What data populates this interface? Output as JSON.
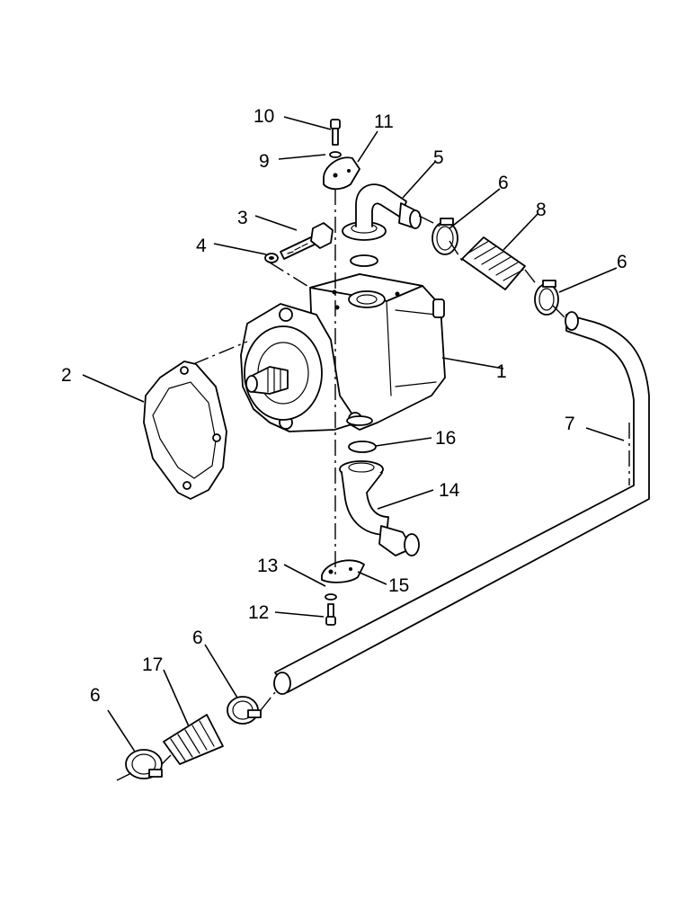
{
  "diagram": {
    "callouts": [
      {
        "id": "c10",
        "label": "10"
      },
      {
        "id": "c11",
        "label": "11"
      },
      {
        "id": "c9",
        "label": "9"
      },
      {
        "id": "c5",
        "label": "5"
      },
      {
        "id": "c6a",
        "label": "6"
      },
      {
        "id": "c8",
        "label": "8"
      },
      {
        "id": "c3",
        "label": "3"
      },
      {
        "id": "c4",
        "label": "4"
      },
      {
        "id": "c6b",
        "label": "6"
      },
      {
        "id": "c2",
        "label": "2"
      },
      {
        "id": "c1",
        "label": "1"
      },
      {
        "id": "c7",
        "label": "7"
      },
      {
        "id": "c16",
        "label": "16"
      },
      {
        "id": "c14",
        "label": "14"
      },
      {
        "id": "c13",
        "label": "13"
      },
      {
        "id": "c15",
        "label": "15"
      },
      {
        "id": "c12",
        "label": "12"
      },
      {
        "id": "c6c",
        "label": "6"
      },
      {
        "id": "c17",
        "label": "17"
      },
      {
        "id": "c6d",
        "label": "6"
      }
    ]
  }
}
